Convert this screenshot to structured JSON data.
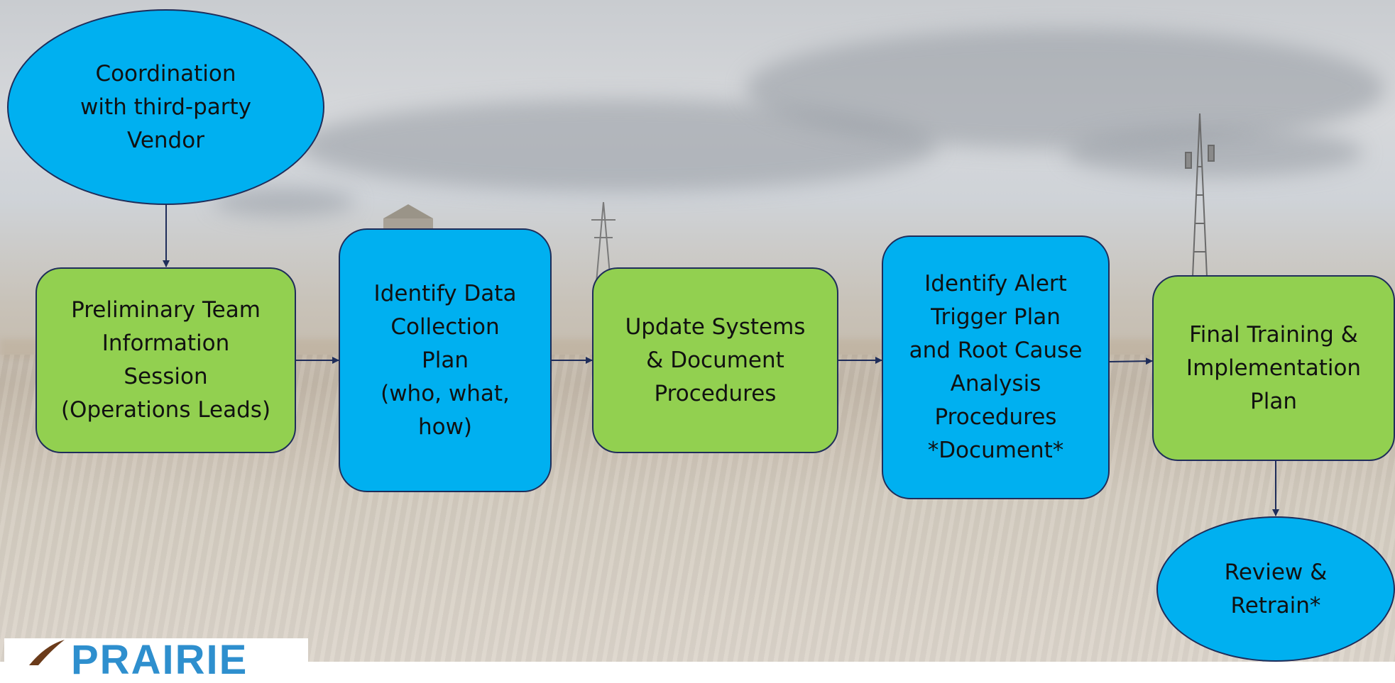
{
  "nodes": {
    "coordination": "Coordination\nwith third-party\nVendor",
    "preliminary": "Preliminary Team\nInformation\nSession\n(Operations Leads)",
    "identify_data": "Identify Data\nCollection\nPlan\n(who, what,\nhow)",
    "update_systems": "Update Systems\n& Document\nProcedures",
    "identify_alert": "Identify Alert\nTrigger Plan\nand Root Cause\nAnalysis\nProcedures\n*Document*",
    "final_training": "Final Training &\nImplementation\nPlan",
    "review": "Review &\nRetrain*"
  },
  "logo": {
    "text": "PRAIRIE",
    "color": "#2e8fce"
  },
  "colors": {
    "green_box": "#92d050",
    "blue_box": "#00b0f0",
    "border": "#1f2d5a",
    "arrow": "#1f2d5a"
  }
}
